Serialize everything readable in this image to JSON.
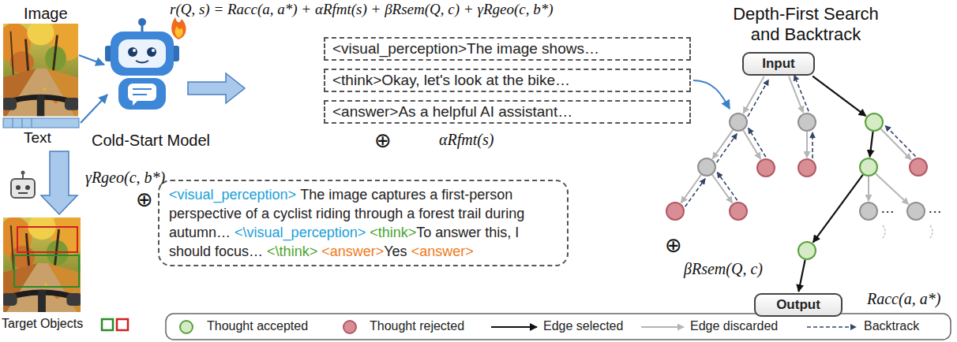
{
  "diagram": {
    "nodes": [
      {
        "text": [
          "<visual_perception>The image shows…"
        ]
      },
      {
        "text": [
          "<think>Okay, let's look at the bike…"
        ]
      },
      {
        "text": [
          "<answer>As a helpful AI assistant…"
        ]
      },
      {
        "text": [
          "<visual_perception>",
          "The image captures a first-person perspective of a cyclist riding through a forest trail during autumn…",
          "<\\visual_perception>",
          "<think>",
          "To answer this, I should focus…",
          "<\\think>",
          "<answer>",
          "Yes",
          "<answer>"
        ]
      },
      {
        "text": [
          "Input"
        ]
      },
      {
        "text": [
          "Output"
        ]
      }
    ],
    "labels": [
      "r(Q, s) = Racc(a, a*) + αRfmt(s) + βRsem(Q, c) + γRgeo(c, b*)",
      "Image",
      "Text",
      "Cold-Start Model",
      "αRfmt(s)",
      "⊕",
      "γRgeo(c, b*)",
      "⊕",
      "Target Objects",
      "Depth-First Search and Backtrack",
      "βRsem(Q, c)",
      "⊕",
      "Racc(a, a*)",
      "…",
      "…"
    ],
    "legend": [
      {
        "text": "Thought accepted",
        "color": "#d4ebc6"
      },
      {
        "text": "Thought rejected",
        "color": "#d98e96"
      },
      {
        "text": "Edge selected"
      },
      {
        "text": "Edge discarded"
      },
      {
        "text": "Backtrack"
      }
    ]
  }
}
